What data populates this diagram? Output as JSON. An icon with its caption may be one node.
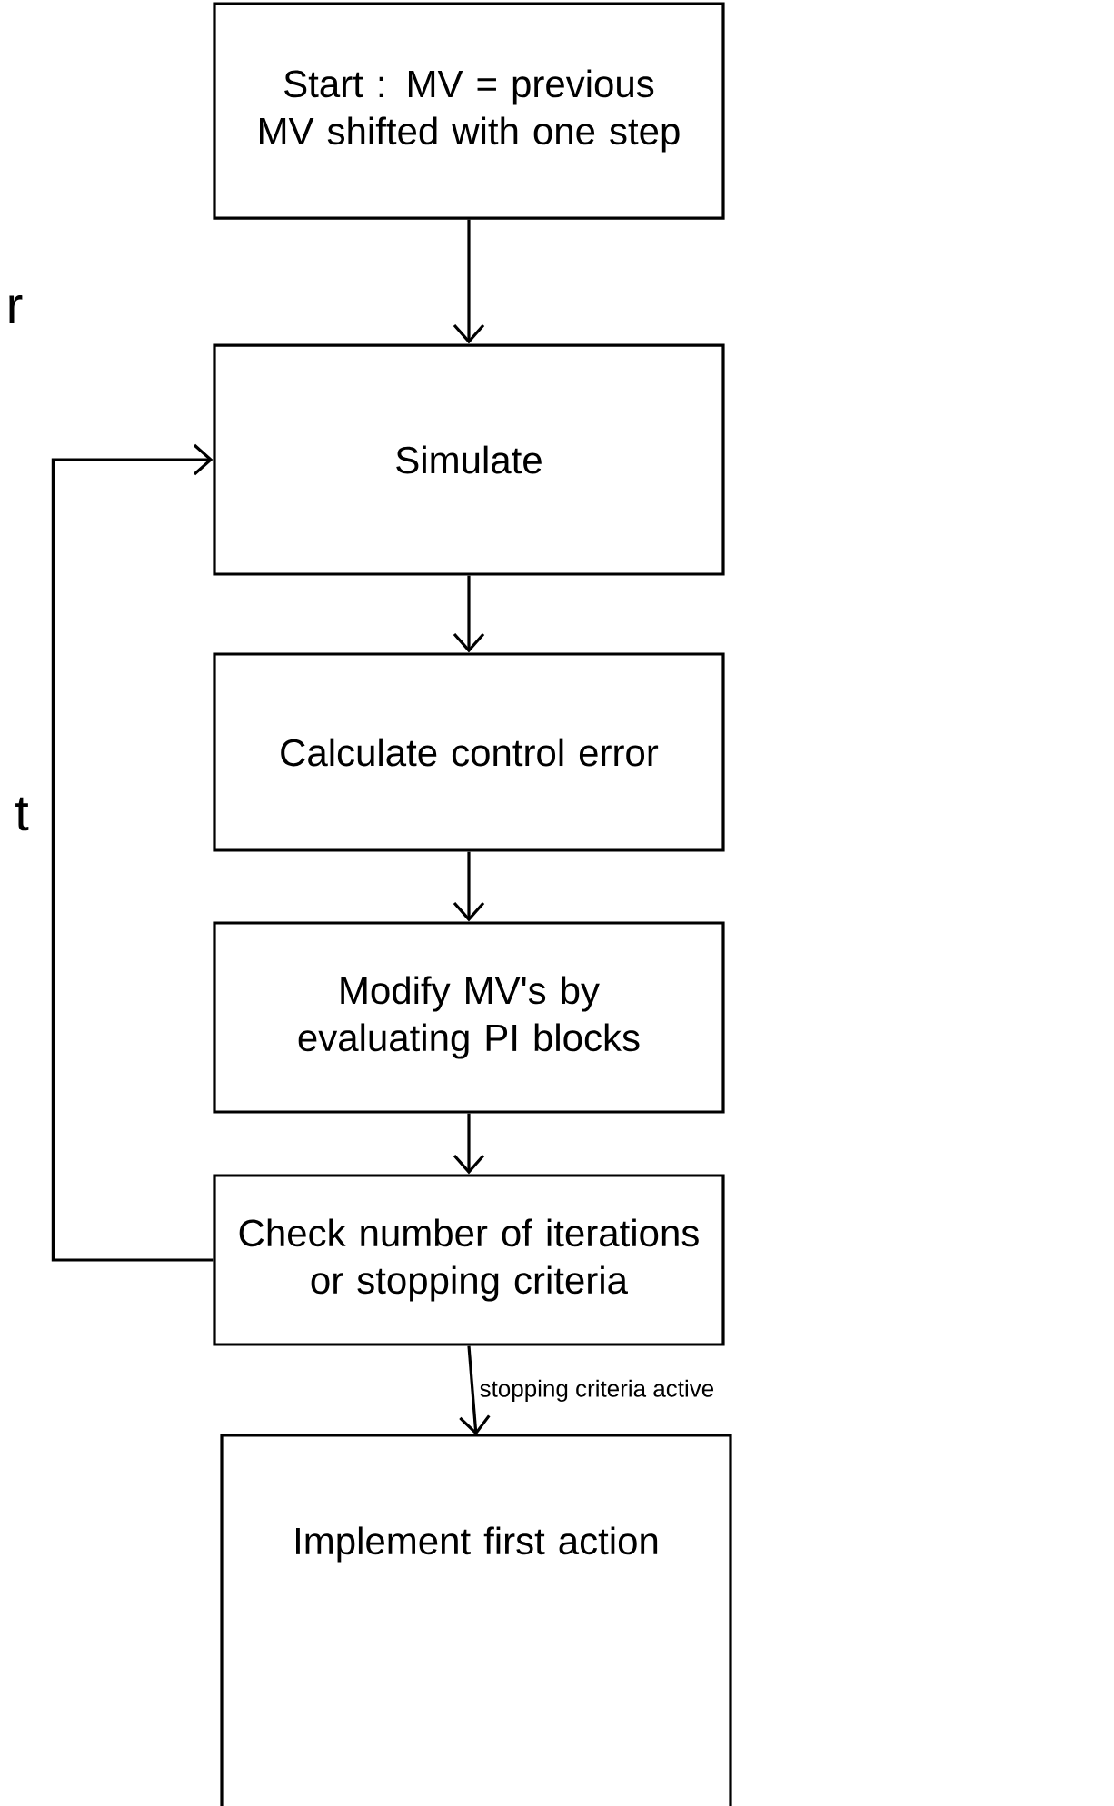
{
  "diagram": {
    "nodes": [
      {
        "text": [
          "Start : MV = previous MV shifted with one step"
        ]
      },
      {
        "text": [
          "Simulate"
        ]
      },
      {
        "text": [
          "Calculate control error"
        ]
      },
      {
        "text": [
          "Modify MV's by evaluating PI blocks"
        ]
      },
      {
        "text": [
          "Check number of iterations or stopping criteria"
        ]
      },
      {
        "text": [
          "Implement first action"
        ]
      }
    ],
    "edges": [
      {
        "from": 0,
        "to": 1,
        "arrow": "to"
      },
      {
        "from": 1,
        "to": 2,
        "arrow": "to"
      },
      {
        "from": 2,
        "to": 3,
        "arrow": "to"
      },
      {
        "from": 3,
        "to": 4,
        "arrow": "to"
      },
      {
        "from": 4,
        "to": 1,
        "arrow": "to"
      },
      {
        "from": 4,
        "to": 5,
        "arrow": "to",
        "label": "stopping criteria active"
      }
    ],
    "labels": [
      "r",
      "t"
    ]
  }
}
